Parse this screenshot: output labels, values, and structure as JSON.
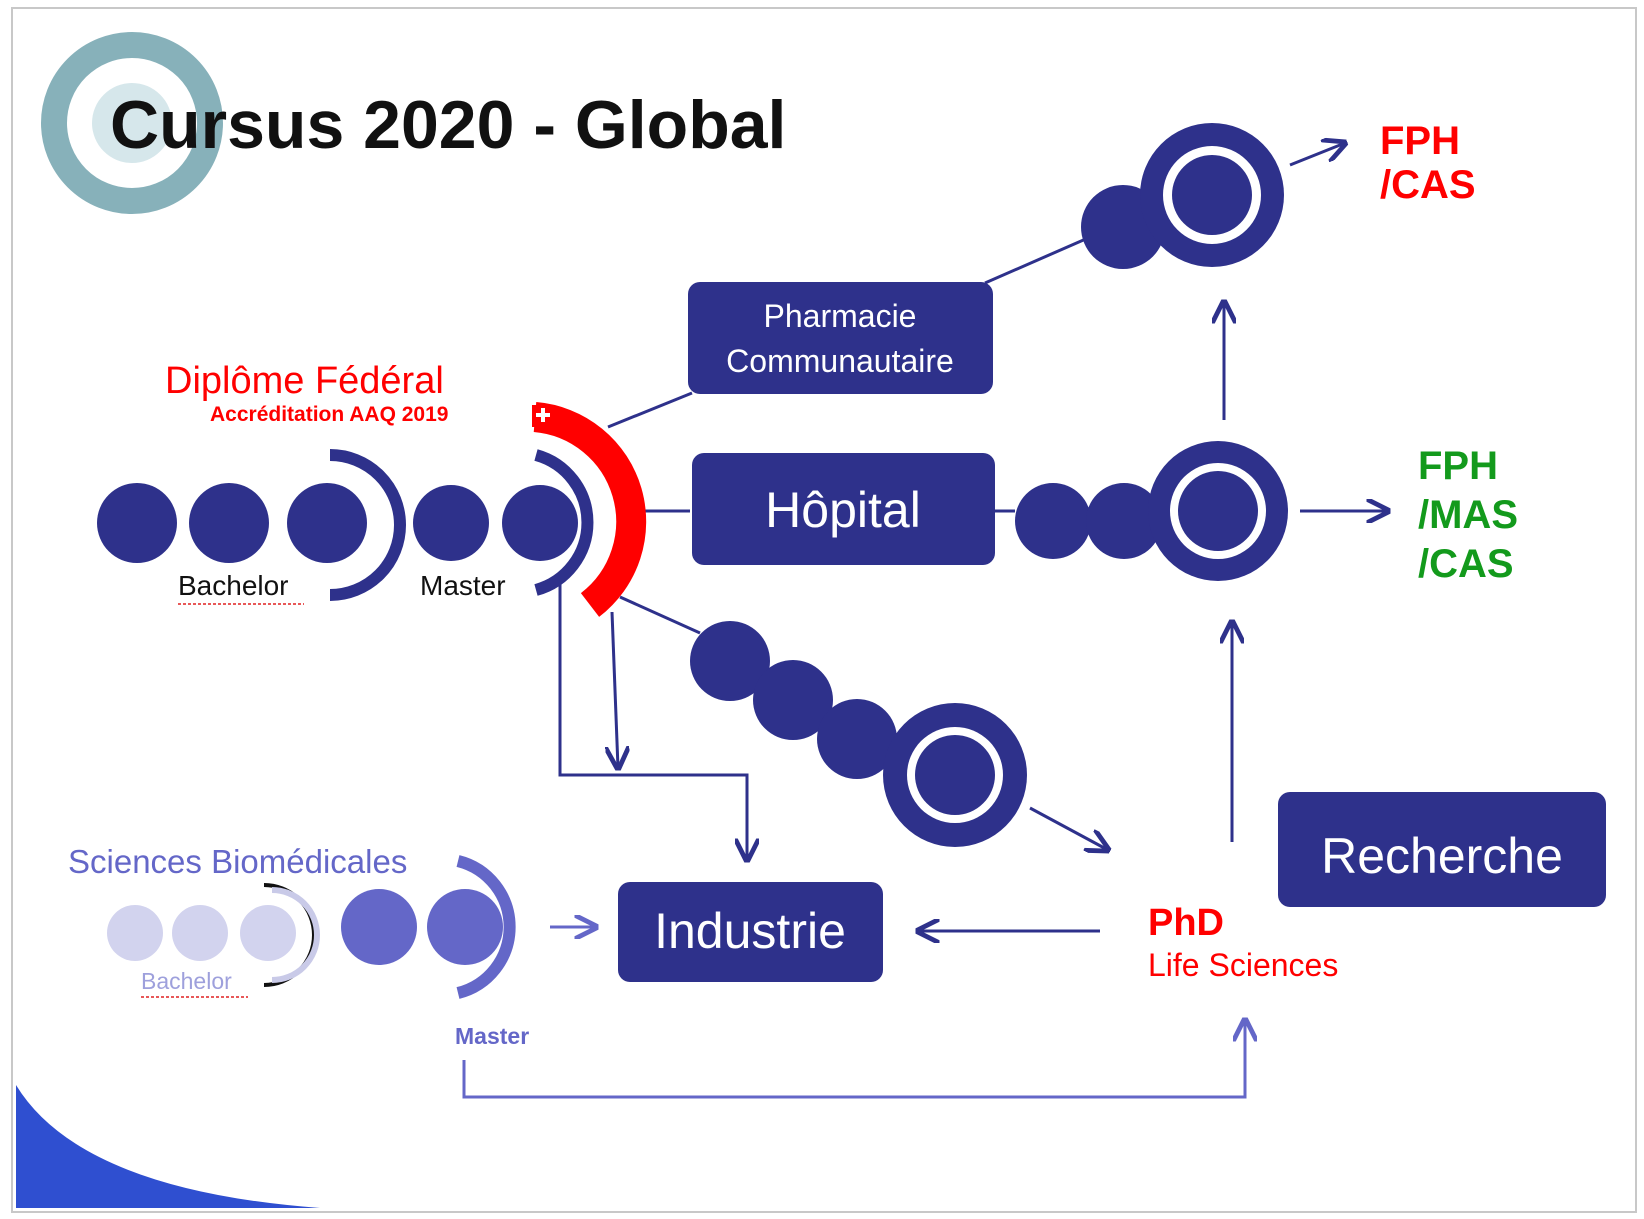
{
  "title": "Cursus 2020 - Global",
  "diplome": {
    "title": "Diplôme Fédéral",
    "subtitle": "Accréditation AAQ 2019"
  },
  "labels": {
    "bachelor": "Bachelor",
    "master": "Master",
    "sciences_biomedicales": "Sciences Biomédicales",
    "bachelor_biomed": "Bachelor",
    "master_biomed": "Master"
  },
  "boxes": {
    "pharmacie_line1": "Pharmacie",
    "pharmacie_line2": "Communautaire",
    "hopital": "Hôpital",
    "industrie": "Industrie",
    "recherche": "Recherche"
  },
  "outcomes": {
    "top_line1": "FPH",
    "top_line2": "/CAS",
    "middle_line1": "FPH",
    "middle_line2": "/MAS",
    "middle_line3": "/CAS"
  },
  "phd": {
    "title": "PhD",
    "subtitle": "Life Sciences"
  },
  "colors": {
    "navy": "#2e318b",
    "red": "#ff0000",
    "green": "#139a1c",
    "purple_text": "#6467c8"
  }
}
